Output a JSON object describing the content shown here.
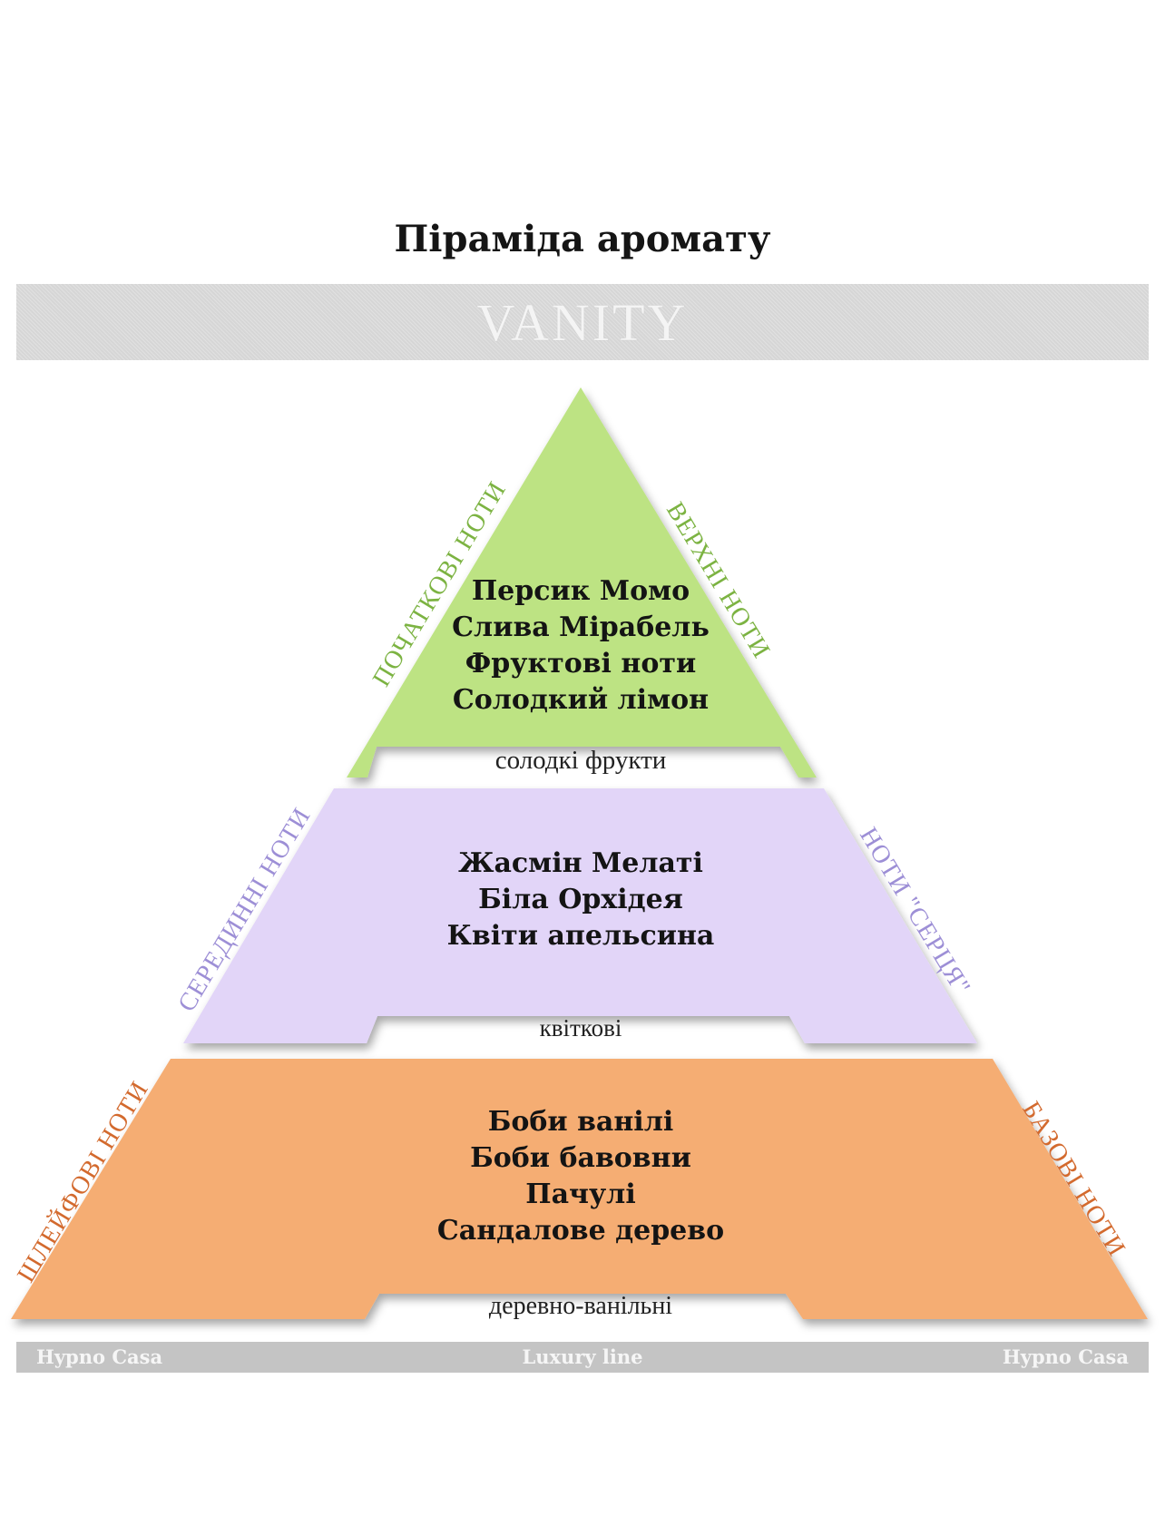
{
  "title": "Піраміда аромату",
  "banner": "VANITY",
  "tiers": [
    {
      "notes": [
        "Персик Момо",
        "Слива Мірабель",
        "Фруктові ноти",
        "Солодкий лімон"
      ],
      "caption": "солодкі фрукти",
      "left_label": "ПОЧАТКОВІ НОТИ",
      "right_label": "ВЕРХНІ НОТИ",
      "color": "#bde383",
      "label_color": "#7cb342"
    },
    {
      "notes": [
        "Жасмін Мелаті",
        "Біла Орхідея",
        "Квіти апельсина"
      ],
      "caption": "квіткові",
      "left_label": "СЕРЕДИННІ НОТИ",
      "right_label": "НОТИ \"СЕРЦЯ\"",
      "color": "#e2d5f8",
      "label_color": "#9d8fd6"
    },
    {
      "notes": [
        "Боби ванілі",
        "Боби бавовни",
        "Пачулі",
        "Сандалове дерево"
      ],
      "caption": "деревно-ванільні",
      "left_label": "ШЛЕЙФОВІ НОТИ",
      "right_label": "БАЗОВІ НОТИ",
      "color": "#f5ad73",
      "label_color": "#d36a2e"
    }
  ],
  "footer": {
    "left": "Hypno Casa",
    "center": "Luxury line",
    "right": "Hypno Casa"
  }
}
